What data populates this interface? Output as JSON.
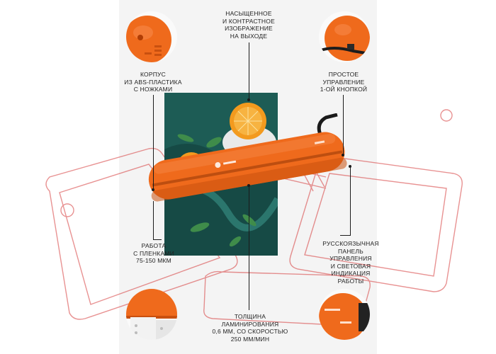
{
  "labels": {
    "top": "НАСЫЩЕННОЕ\nИ КОНТРАСТНОЕ\nИЗОБРАЖЕНИЕ\nНА ВЫХОДЕ",
    "body": "КОРПУС\nИЗ ABS-ПЛАСТИКА\nС НОЖКАМИ",
    "control": "ПРОСТОЕ\nУПРАВЛЕНИЕ\n1-ОЙ КНОПКОЙ",
    "panel": "РУССКОЯЗЫЧНАЯ\nПАНЕЛЬ\nУПРАВЛЕНИЯ\nИ СВЕТОВАЯ\nИНДИКАЦИЯ\nРАБОТЫ",
    "films": "РАБОТА\nС ПЛЕНКАМИ\n75-150 МКМ",
    "thickness": "ТОЛЩИНА\nЛАМИНИРОВАНИЯ\n0,6 ММ, СО СКОРОСТЬЮ\n250 ММ/МИН"
  },
  "colors": {
    "device_orange": "#ef6a1c",
    "device_shadow": "#c9500f",
    "photo_green": "#1d5c55",
    "orange_fruit": "#f39a1e",
    "lead_line": "#1b1b1b",
    "watermark_red": "#d63a3a"
  },
  "icons": {
    "watermark": "outlined-plug-logo"
  }
}
